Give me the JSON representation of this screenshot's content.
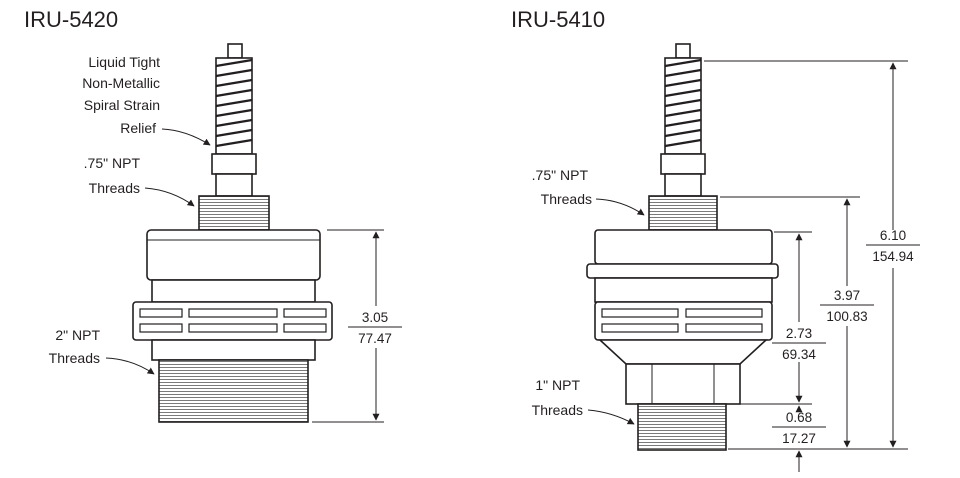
{
  "colors": {
    "ink": "#231f20",
    "body": "#ffffff",
    "thread": "#9a9a9a",
    "shade": "#d9d9d9"
  },
  "left": {
    "model": "IRU-5420",
    "labels": {
      "relief_1": "Liquid Tight",
      "relief_2": "Non-Metallic",
      "relief_3": "Spiral Strain",
      "relief_4": "Relief",
      "npt_top_1": ".75\" NPT",
      "npt_top_2": "Threads",
      "npt_bottom_1": "2\" NPT",
      "npt_bottom_2": "Threads"
    },
    "dims": {
      "height_in": "3.05",
      "height_mm": "77.47"
    }
  },
  "right": {
    "model": "IRU-5410",
    "labels": {
      "npt_top_1": ".75\" NPT",
      "npt_top_2": "Threads",
      "npt_bottom_1": "1\" NPT",
      "npt_bottom_2": "Threads"
    },
    "dims": {
      "overall_in": "6.10",
      "overall_mm": "154.94",
      "body_in": "3.97",
      "body_mm": "100.83",
      "housing_in": "2.73",
      "housing_mm": "69.34",
      "thread_in": "0.68",
      "thread_mm": "17.27"
    }
  }
}
